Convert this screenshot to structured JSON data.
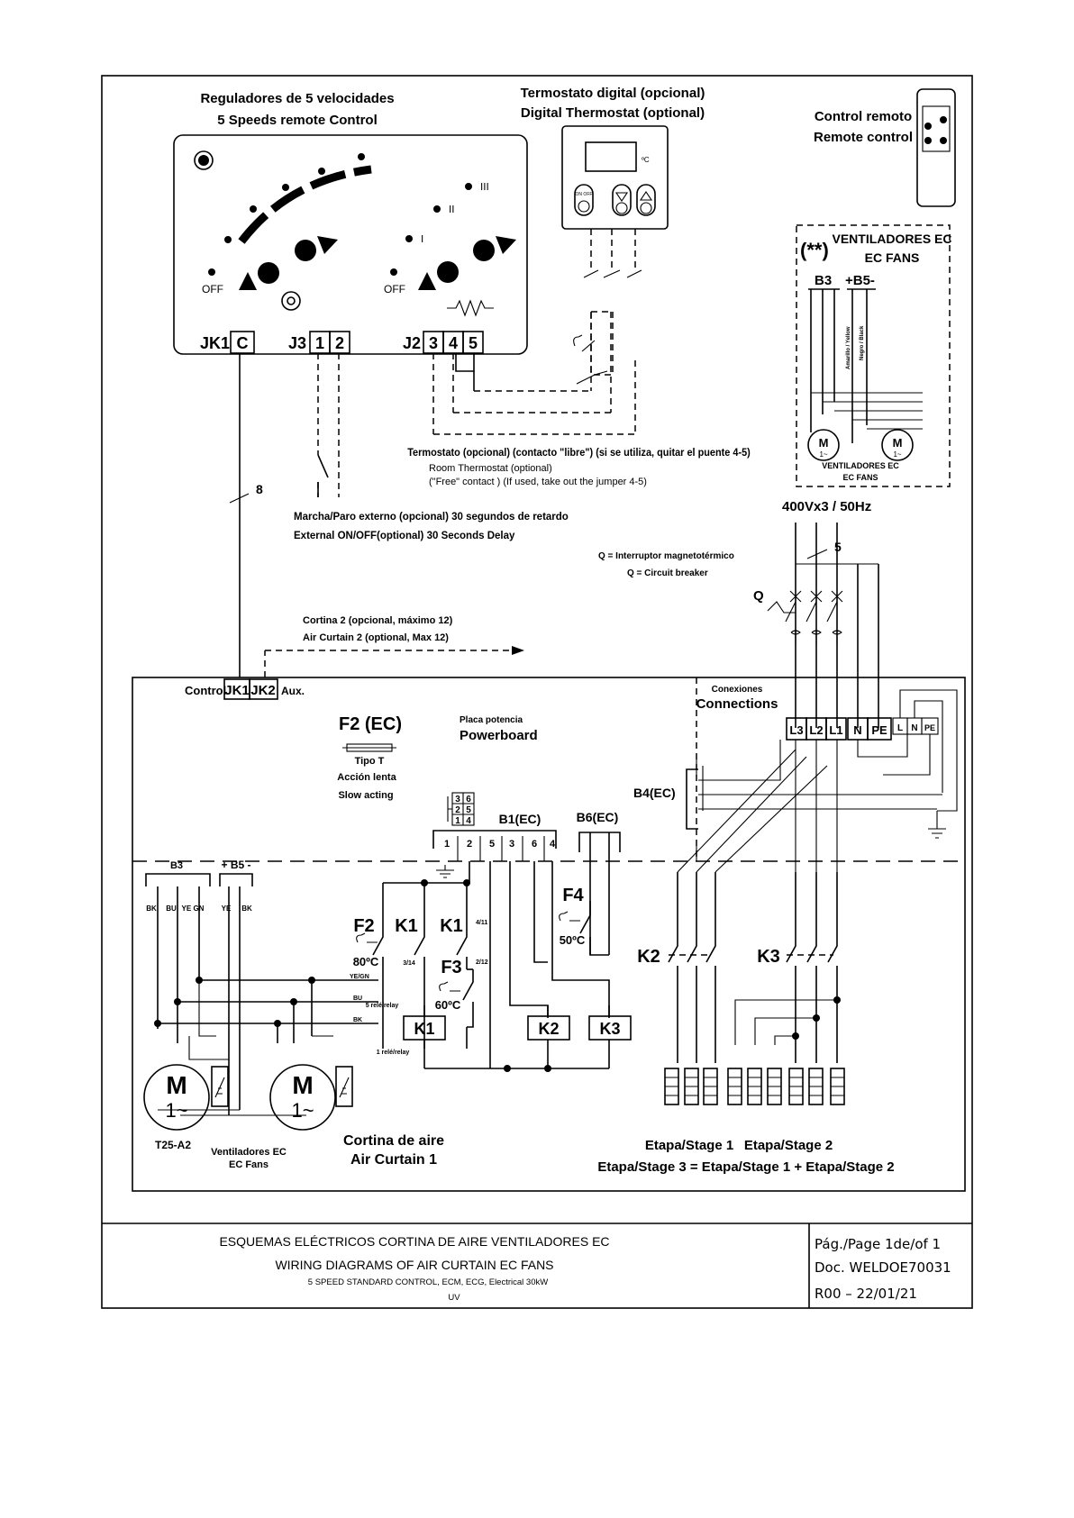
{
  "remote": {
    "title_es": "Reguladores de 5 velocidades",
    "title_en": "5 Speeds remote Control",
    "off_left": "OFF",
    "off_right": "OFF",
    "heat_1": "I",
    "heat_2": "II",
    "heat_3": "III",
    "terminals": [
      "JK1",
      "C",
      "J3",
      "1",
      "2",
      "J2",
      "3",
      "4",
      "5"
    ]
  },
  "thermostat": {
    "title_es": "Termostato digital (opcional)",
    "title_en": "Digital Thermostat (optional)",
    "unit": "ºC",
    "onoff": "ON OFF"
  },
  "ir_remote": {
    "title_es": "Control remoto",
    "title_en": "Remote control"
  },
  "ec_fans_box": {
    "title": "VENTILADORES EC",
    "subtitle": "EC FANS",
    "marker": "(**)",
    "b3": "B3",
    "b5": "+B5-",
    "wire_1": "Amarillo / Yellow",
    "wire_2": "Negro / Black",
    "bottom_1": "VENTILADORES EC",
    "bottom_2": "EC FANS"
  },
  "room_thermostat": {
    "line_1": "Termostato (opcional)  (contacto \"libre\") (si se utiliza, quitar el puente 4-5)",
    "line_2": "Room Thermostat (optional)",
    "line_3": "(\"Free\" contact ) (If used, take out the jumper 4-5)"
  },
  "cable_count_8": "8",
  "cable_count_5": "5",
  "external_onoff": {
    "line_es": "Marcha/Paro externo (opcional)  30 segundos de retardo",
    "line_en": "External ON/OFF(optional)  30 Seconds Delay"
  },
  "supply": "400Vx3 / 50Hz",
  "breaker": {
    "line_es": "Q = Interruptor magnetotérmico",
    "line_en": "Q = Circuit breaker",
    "q": "Q"
  },
  "curtain2": {
    "line_es": "Cortina 2 (opcional, máximo 12)",
    "line_en": "Air Curtain 2 (optional, Max 12)"
  },
  "powerboard": {
    "control": "Control",
    "jk1": "JK1",
    "jk2": "JK2",
    "aux": "Aux.",
    "connections_es": "Conexiones",
    "connections_en": "Connections",
    "f2ec": "F2 (EC)",
    "tipo_t": "Tipo T",
    "accion": "Acción lenta",
    "slow": "Slow acting",
    "placa_es": "Placa potencia",
    "placa_en": "Powerboard",
    "b1": "B1(EC)",
    "b6": "B6(EC)",
    "b4": "B4(EC)",
    "b1_pins": [
      "1",
      "2",
      "5",
      "3",
      "6",
      "4"
    ],
    "connector_grid": [
      "3",
      "6",
      "2",
      "5",
      "1",
      "4"
    ],
    "main_terminals": [
      "L3",
      "L2",
      "L1",
      "N",
      "PE"
    ],
    "small_terminals": [
      "L",
      "N",
      "PE"
    ]
  },
  "circuit": {
    "b3": "B3",
    "b5": "+ B5 -",
    "wires": [
      "BK",
      "BU",
      "YE GN",
      "YE",
      "BK"
    ],
    "f2": "F2",
    "f2_temp": "80ºC",
    "k1": "K1",
    "k1b": "K1",
    "k1_contact_a": "3/14",
    "k1_contact_b": "4/11",
    "f3": "F3",
    "f3_contact": "2/12",
    "f3_temp": "60ºC",
    "f4": "F4",
    "f4_temp": "50ºC",
    "relay_5": "5 relé/relay",
    "relay_1": "1 relé/relay",
    "yegn": "YE/GN",
    "bu": "BU",
    "bk": "BK",
    "coil_k1": "K1",
    "coil_k2": "K2",
    "coil_k3": "K3",
    "k2": "K2",
    "k3": "K3",
    "motor_letter": "M",
    "motor_phase": "1~",
    "motor_model": "T25-A2",
    "fans_es": "Ventiladores EC",
    "fans_en": "EC Fans",
    "curtain_es": "Cortina de aire",
    "curtain_en": "Air Curtain 1",
    "stage_1": "Etapa/Stage 1",
    "stage_2": "Etapa/Stage 2",
    "stage_3": "Etapa/Stage 3 =  Etapa/Stage 1 +  Etapa/Stage 2"
  },
  "title_block": {
    "title_es": "ESQUEMAS ELÉCTRICOS CORTINA DE AIRE VENTILADORES EC",
    "title_en": "WIRING DIAGRAMS OF AIR CURTAIN EC FANS",
    "subtitle": "5 SPEED STANDARD CONTROL, ECM, ECG, Electrical 30kW",
    "uv": "UV",
    "page": "Pág./Page   1de/of  1",
    "doc": "Doc.  WELDOE70031",
    "rev": "R00  –  22/01/21"
  }
}
